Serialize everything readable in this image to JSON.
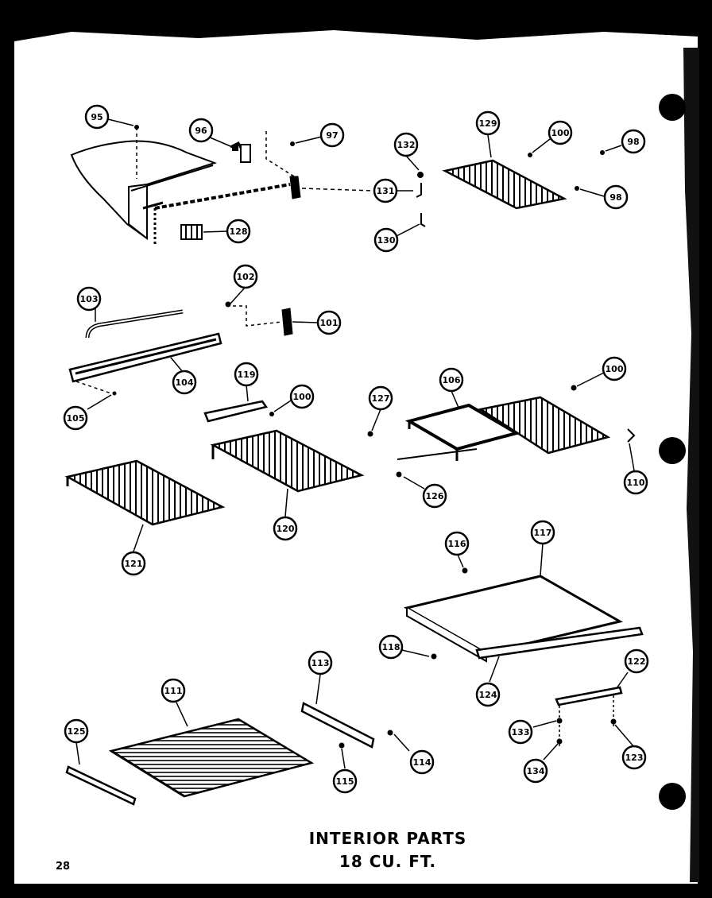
{
  "diagram": {
    "caption_line_1": "INTERIOR PARTS",
    "caption_line_2": "18 CU. FT.",
    "page_number": "28",
    "callouts": [
      {
        "id": "c95",
        "label": "95"
      },
      {
        "id": "c96a",
        "label": "96"
      },
      {
        "id": "c97",
        "label": "97"
      },
      {
        "id": "c132",
        "label": "132"
      },
      {
        "id": "c129",
        "label": "129"
      },
      {
        "id": "c100a",
        "label": "100"
      },
      {
        "id": "c98a",
        "label": "98"
      },
      {
        "id": "c131",
        "label": "131"
      },
      {
        "id": "c98b",
        "label": "98"
      },
      {
        "id": "c128",
        "label": "128"
      },
      {
        "id": "c130",
        "label": "130"
      },
      {
        "id": "c102",
        "label": "102"
      },
      {
        "id": "c103",
        "label": "103"
      },
      {
        "id": "c101",
        "label": "101"
      },
      {
        "id": "c104",
        "label": "104"
      },
      {
        "id": "c105",
        "label": "105"
      },
      {
        "id": "c119",
        "label": "119"
      },
      {
        "id": "c100b",
        "label": "100"
      },
      {
        "id": "c127",
        "label": "127"
      },
      {
        "id": "c106",
        "label": "106"
      },
      {
        "id": "c100c",
        "label": "100"
      },
      {
        "id": "c110",
        "label": "110"
      },
      {
        "id": "c126",
        "label": "126"
      },
      {
        "id": "c120",
        "label": "120"
      },
      {
        "id": "c121",
        "label": "121"
      },
      {
        "id": "c116",
        "label": "116"
      },
      {
        "id": "c117",
        "label": "117"
      },
      {
        "id": "c118",
        "label": "118"
      },
      {
        "id": "c124",
        "label": "124"
      },
      {
        "id": "c122",
        "label": "122"
      },
      {
        "id": "c113",
        "label": "113"
      },
      {
        "id": "c111",
        "label": "111"
      },
      {
        "id": "c125",
        "label": "125"
      },
      {
        "id": "c114",
        "label": "114"
      },
      {
        "id": "c115",
        "label": "115"
      },
      {
        "id": "c133",
        "label": "133"
      },
      {
        "id": "c134",
        "label": "134"
      },
      {
        "id": "c123",
        "label": "123"
      }
    ]
  }
}
